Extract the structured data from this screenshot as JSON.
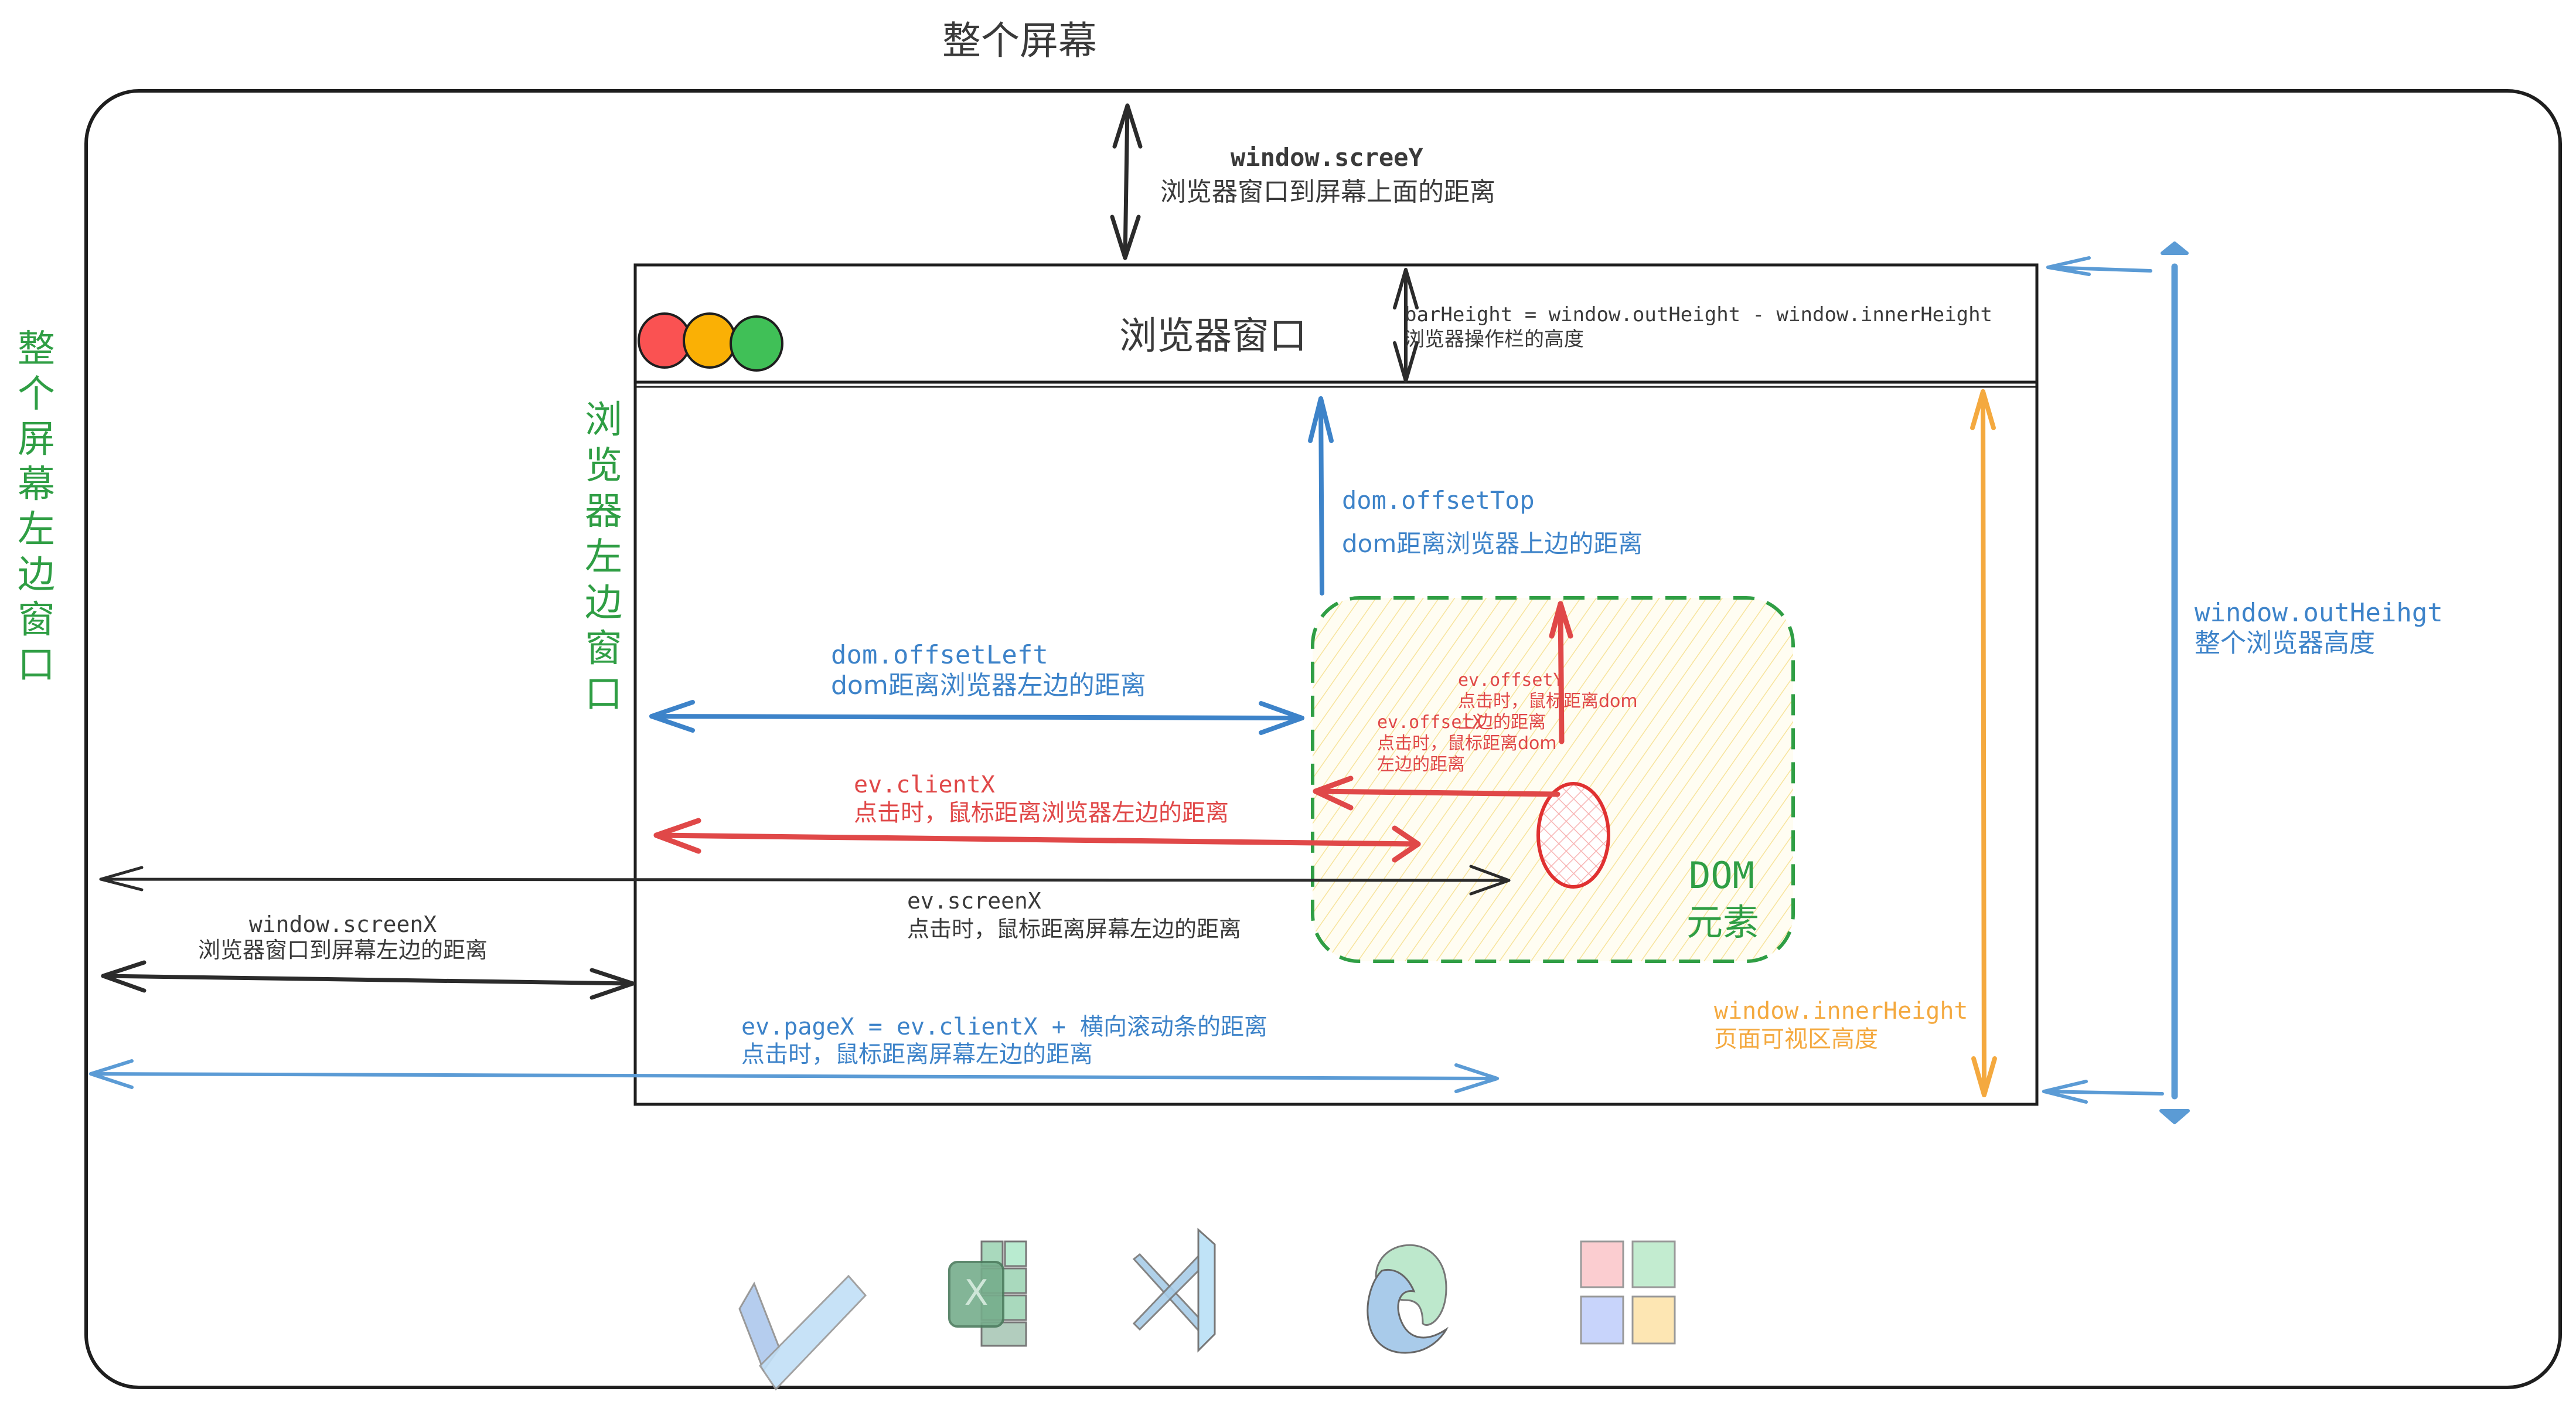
{
  "title": "整个屏幕",
  "screen_left_label": [
    "整",
    "个",
    "屏",
    "幕",
    "左",
    "边",
    "窗",
    "口"
  ],
  "browser_left_label": [
    "浏",
    "览",
    "器",
    "左",
    "边",
    "窗",
    "口"
  ],
  "browser_window": {
    "title": "浏览器窗口",
    "traffic_lights": [
      {
        "name": "close",
        "color": "#fa5252"
      },
      {
        "name": "minimize",
        "color": "#fab005"
      },
      {
        "name": "maximize",
        "color": "#40c057"
      }
    ]
  },
  "annotations": {
    "screenY": {
      "code": "window.screeY",
      "desc": "浏览器窗口到屏幕上面的距离"
    },
    "barHeight": {
      "code": "barHeight = window.outHeight - window.innerHeight",
      "desc": "浏览器操作栏的高度"
    },
    "offsetTop": {
      "code": "dom.offsetTop",
      "desc": "dom距离浏览器上边的距离"
    },
    "offsetLeft": {
      "code": "dom.offsetLeft",
      "desc": "dom距离浏览器左边的距离"
    },
    "offsetX": {
      "code": "ev.offsetX",
      "desc1": "点击时，鼠标距离dom",
      "desc2": "左边的距离"
    },
    "offsetY": {
      "code": "ev.offsetY",
      "desc1": "点击时，鼠标距离dom",
      "desc2": "上边的距离"
    },
    "clientX": {
      "code": "ev.clientX",
      "desc": "点击时，鼠标距离浏览器左边的距离"
    },
    "screenX_ev": {
      "code": "ev.screenX",
      "desc": "点击时，鼠标距离屏幕左边的距离"
    },
    "screenX_window": {
      "code": "window.screenX",
      "desc": "浏览器窗口到屏幕左边的距离"
    },
    "pageX": {
      "code": "ev.pageX = ev.clientX + 横向滚动条的距离",
      "desc": "点击时，鼠标距离屏幕左边的距离"
    },
    "innerHeight": {
      "code": "window.innerHeight",
      "desc": "页面可视区高度"
    },
    "outHeight": {
      "code": "window.outHeihgt",
      "desc": "整个浏览器高度"
    }
  },
  "dom_element": {
    "line1": "DOM",
    "line2": "元素"
  },
  "colors": {
    "dark": "#2b2b2b",
    "blue": "#3d83c9",
    "red": "#e04848",
    "orange": "#f4a93f",
    "green": "#2f9e44"
  },
  "taskbar": [
    {
      "name": "todo-check-icon"
    },
    {
      "name": "excel-icon"
    },
    {
      "name": "vscode-icon"
    },
    {
      "name": "edge-icon"
    },
    {
      "name": "windows-icon"
    }
  ]
}
